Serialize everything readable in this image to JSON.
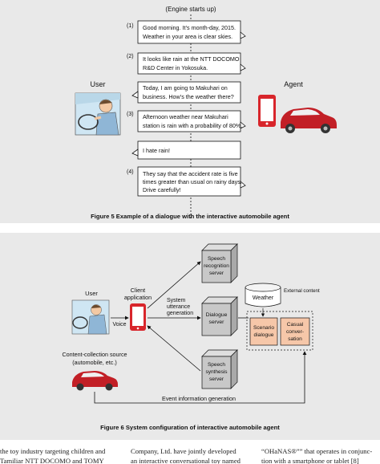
{
  "figure5": {
    "engine_label": "(Engine starts up)",
    "user_label": "User",
    "agent_label": "Agent",
    "steps": [
      "(1)",
      "(2)",
      "(3)",
      "(4)"
    ],
    "bubbles": [
      {
        "lines": [
          "Good morning. It’s month-day, 2015.",
          "Weather in your area is clear skies."
        ]
      },
      {
        "lines": [
          "It looks like rain at the NTT DOCOMO",
          "R&D Center in Yokosuka."
        ]
      },
      {
        "lines": [
          "Today, I am going to Makuhari on",
          "business. How’s the weather there?"
        ]
      },
      {
        "lines": [
          "Afternoon weather near Makuhari",
          "station is rain with a probability of 80%."
        ]
      },
      {
        "lines": [
          "I hate rain!"
        ]
      },
      {
        "lines": [
          "They say that the accident rate is five",
          "times greater than usual on rainy days.",
          "Drive carefully!"
        ]
      }
    ],
    "caption": "Figure 5    Example of a dialogue with the interactive automobile agent"
  },
  "figure6": {
    "user_label": "User",
    "client_label": [
      "Client",
      "application"
    ],
    "voice_label": "Voice",
    "system_utterance_label": [
      "System",
      "utterance",
      "generation"
    ],
    "speech_recognition_label": [
      "Speech",
      "recognition",
      "server"
    ],
    "dialogue_label": [
      "Dialogue",
      "server"
    ],
    "speech_synthesis_label": [
      "Speech",
      "synthesis",
      "server"
    ],
    "weather_label": "Weather",
    "external_content_label": "External content",
    "scenario_label": [
      "Scenario",
      "dialogue"
    ],
    "casual_label": [
      "Casual",
      "conver-",
      "sation"
    ],
    "content_source_label": [
      "Content-collection source",
      "(automobile, etc.)"
    ],
    "event_label": "Event information generation",
    "caption": "Figure 6    System configuration of interactive automobile agent"
  },
  "bottom_text": {
    "col1": [
      "the toy industry targeting children and",
      "Tamiliar NTT DOCOMO and TOMY"
    ],
    "col2": [
      "Company, Ltd. have jointly developed",
      "an interactive conversational toy named"
    ],
    "col3": [
      "“OHaNAS®”” that operates in conjunc-",
      "tion with a smartphone or tablet [8]"
    ]
  },
  "colors": {
    "panel_bg": "#e9e9e9",
    "server_fill": "#c8c8c8",
    "phone_red": "#d8252b",
    "car_red": "#c21f26",
    "scenario_fill": "#f6c7a9",
    "user_skin": "#f3c9a4",
    "screen_blue": "#cfe6f3"
  }
}
